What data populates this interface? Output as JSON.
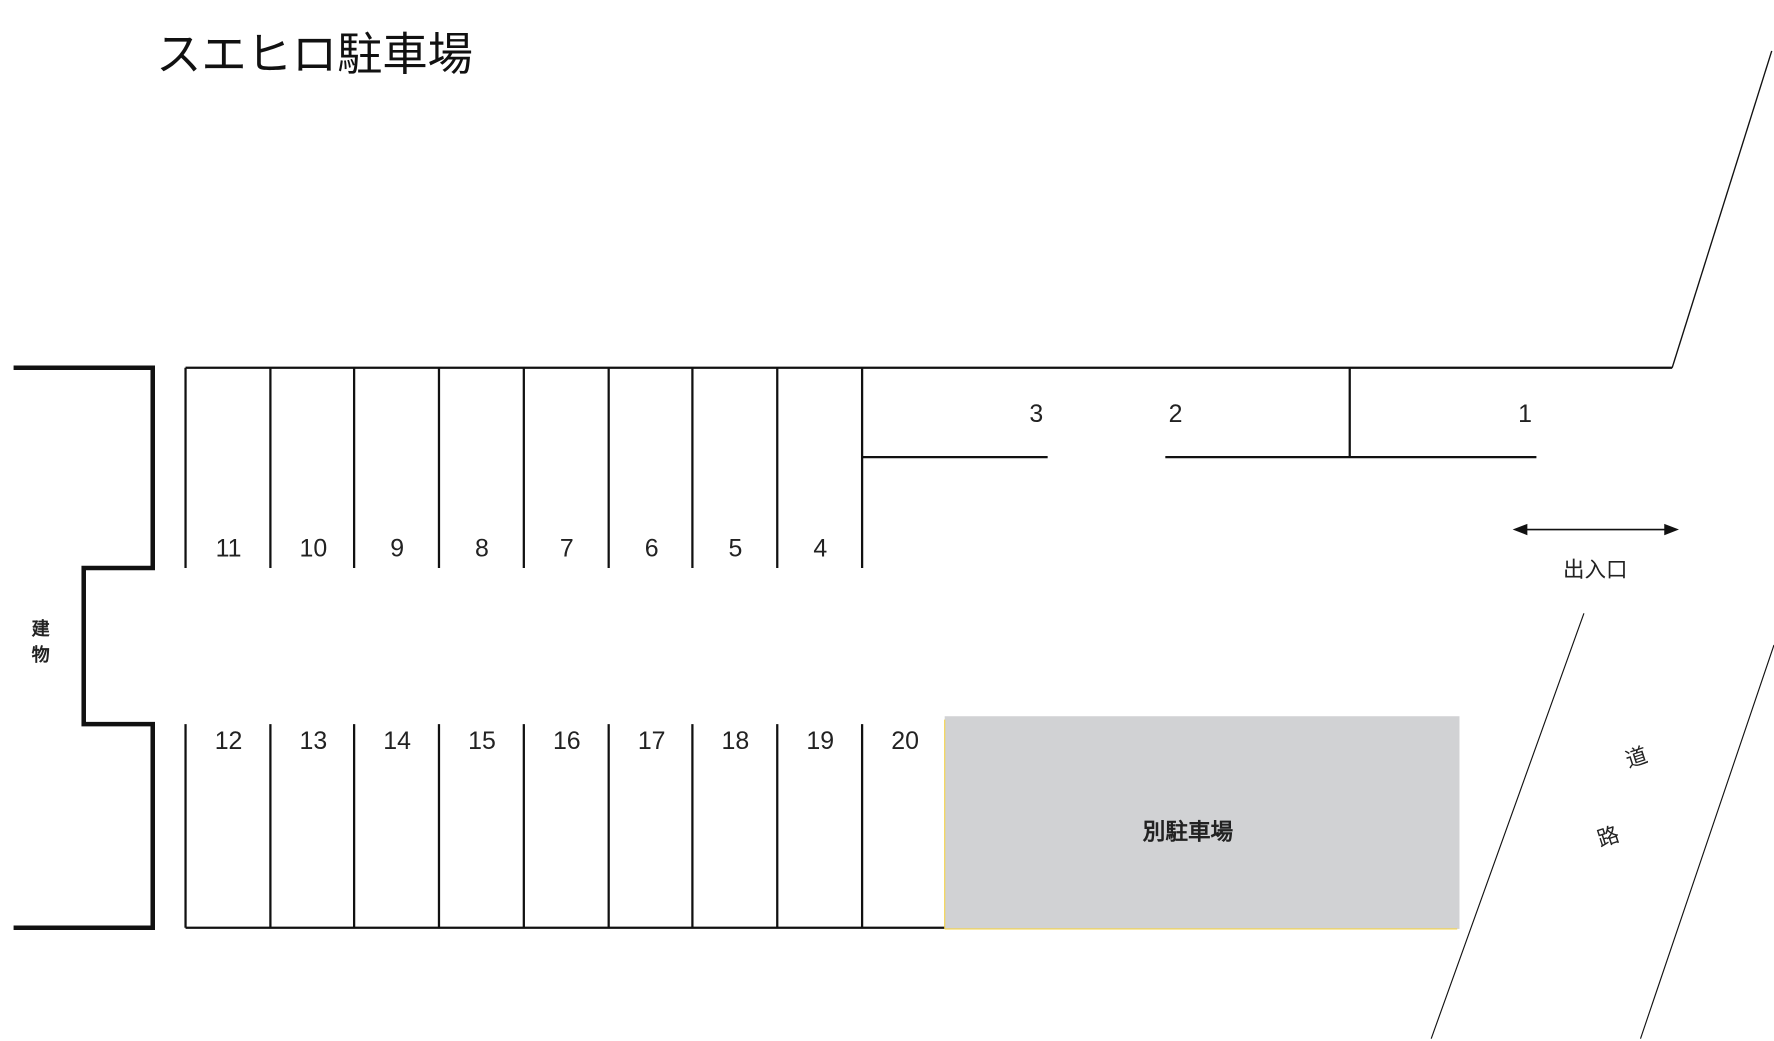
{
  "title": "スエヒロ駐車場",
  "labels": {
    "building_1": "建",
    "building_2": "物",
    "entrance": "出入口",
    "other_lot": "別駐車場",
    "road_1": "道",
    "road_2": "路"
  },
  "spaces_top": [
    {
      "id": "11",
      "label": "11"
    },
    {
      "id": "10",
      "label": "10"
    },
    {
      "id": "9",
      "label": "9"
    },
    {
      "id": "8",
      "label": "8"
    },
    {
      "id": "7",
      "label": "7"
    },
    {
      "id": "6",
      "label": "6"
    },
    {
      "id": "5",
      "label": "5"
    },
    {
      "id": "4",
      "label": "4"
    }
  ],
  "spaces_right": [
    {
      "id": "3",
      "label": "3"
    },
    {
      "id": "2",
      "label": "2"
    },
    {
      "id": "1",
      "label": "1"
    }
  ],
  "spaces_bottom": [
    {
      "id": "12",
      "label": "12"
    },
    {
      "id": "13",
      "label": "13"
    },
    {
      "id": "14",
      "label": "14"
    },
    {
      "id": "15",
      "label": "15"
    },
    {
      "id": "16",
      "label": "16"
    },
    {
      "id": "17",
      "label": "17"
    },
    {
      "id": "18",
      "label": "18"
    },
    {
      "id": "19",
      "label": "19"
    },
    {
      "id": "20",
      "label": "20"
    }
  ],
  "colors": {
    "line": "#111111",
    "other_lot_fill": "#d1d2d4",
    "other_lot_edge": "#f2d34a"
  }
}
